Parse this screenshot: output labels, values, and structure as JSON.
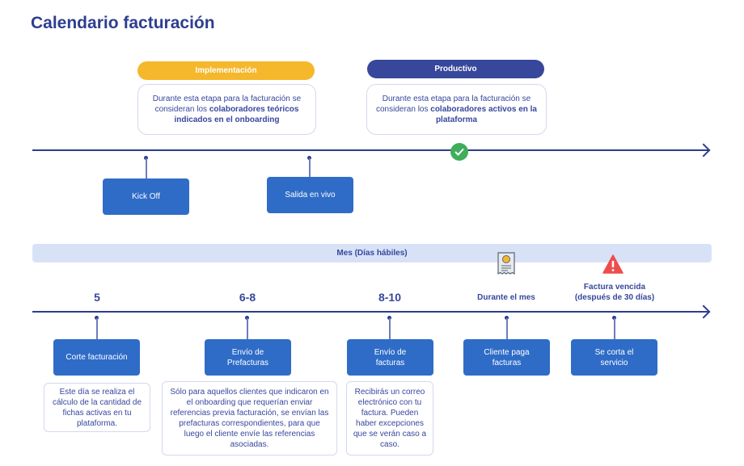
{
  "title": "Calendario facturación",
  "phases": [
    {
      "label": "Implementación",
      "color": "#f5b72b",
      "text_pre": "Durante esta etapa para la facturación se consideran los ",
      "text_bold": "colaboradores teóricos indicados en el onboarding"
    },
    {
      "label": "Productivo",
      "color": "#37479c",
      "text_pre": "Durante esta etapa para la facturación se consideran los ",
      "text_bold": "colaboradores activos en la plataforma"
    }
  ],
  "milestones": [
    "Kick Off",
    "Salida en vivo"
  ],
  "month_bar": "Mes (Días hábiles)",
  "steps": [
    {
      "when": "5",
      "action": "Corte facturación",
      "note": "Este día se realiza el cálculo de la cantidad de fichas activas en tu plataforma."
    },
    {
      "when": "6-8",
      "action": "Envío de Prefacturas",
      "note": "Sólo para aquellos clientes que indicaron en el onboarding que requerían enviar referencias previa facturación, se envían las prefacturas correspondientes, para que luego el cliente envíe las referencias asociadas."
    },
    {
      "when": "8-10",
      "action": "Envío de facturas",
      "note": "Recibirás un correo electrónico con tu factura. Pueden haber excepciones que se verán caso a caso."
    },
    {
      "when": "Durante el mes",
      "action": "Cliente paga facturas",
      "icon": "receipt-icon"
    },
    {
      "when": "Factura vencida (después de 30 días)",
      "action": "Se corta el servicio",
      "icon": "warning-icon"
    }
  ]
}
